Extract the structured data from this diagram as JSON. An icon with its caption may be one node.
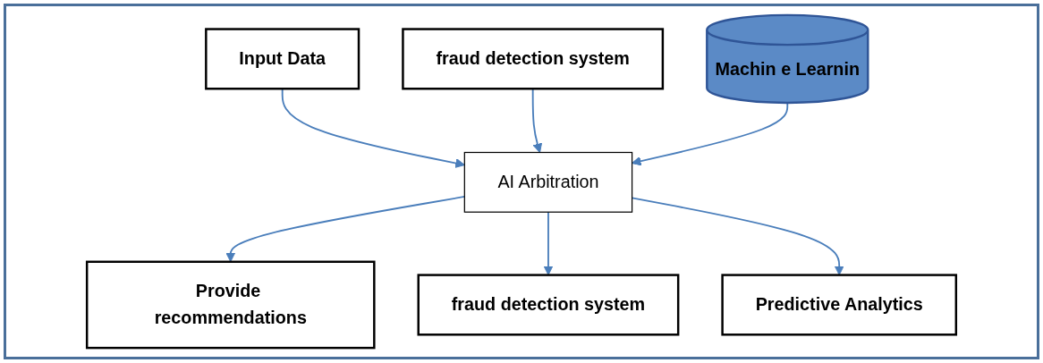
{
  "diagram": {
    "nodes": [
      {
        "text": [
          "Input Data"
        ]
      },
      {
        "text": [
          "fraud detection system"
        ]
      },
      {
        "text": [
          "AI Arbitration"
        ]
      },
      {
        "text": [
          "Machin e Learnin"
        ]
      },
      {
        "text": [
          "Provide recommendations"
        ]
      },
      {
        "text": [
          "fraud detection system"
        ]
      },
      {
        "text": [
          "Predictive Analytics"
        ]
      }
    ],
    "edges": [
      {
        "from": 0,
        "to": 2,
        "arrow": "to"
      },
      {
        "from": 1,
        "to": 2,
        "arrow": "to"
      },
      {
        "from": 3,
        "to": 2,
        "arrow": "to"
      },
      {
        "from": 2,
        "to": 4,
        "arrow": "to"
      },
      {
        "from": 2,
        "to": 5,
        "arrow": "to"
      },
      {
        "from": 2,
        "to": 6,
        "arrow": "to"
      }
    ]
  }
}
